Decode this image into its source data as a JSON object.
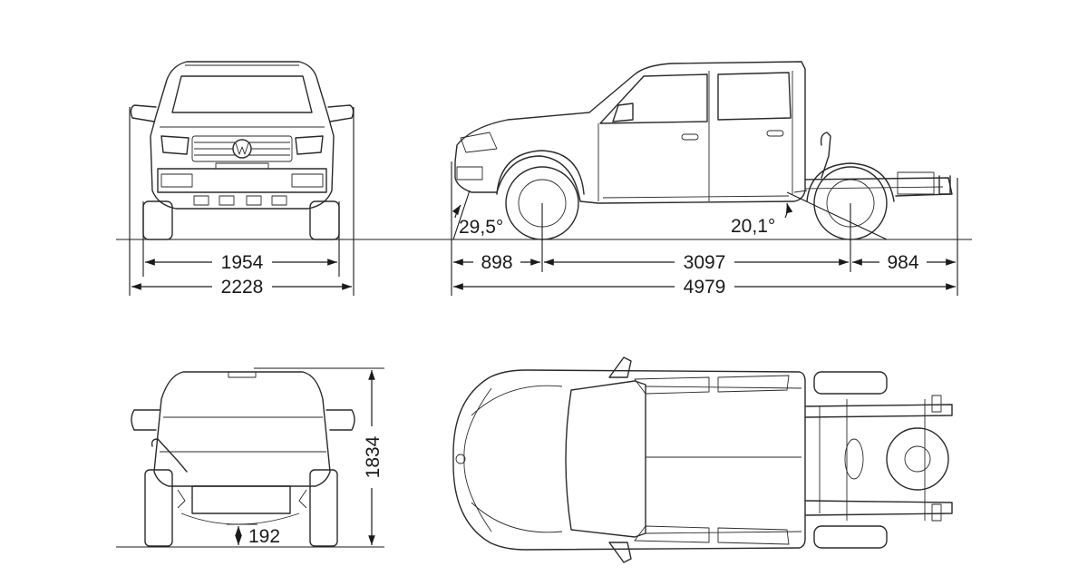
{
  "dimensions": {
    "track_width": "1954",
    "overall_width": "2228",
    "front_overhang": "898",
    "wheelbase": "3097",
    "rear_overhang": "984",
    "overall_length": "4979",
    "overall_height": "1834",
    "ground_clearance": "192",
    "approach_angle": "29,5°",
    "departure_angle": "20,1°"
  },
  "colors": {
    "line": "#2a2a2a",
    "background": "#ffffff"
  }
}
